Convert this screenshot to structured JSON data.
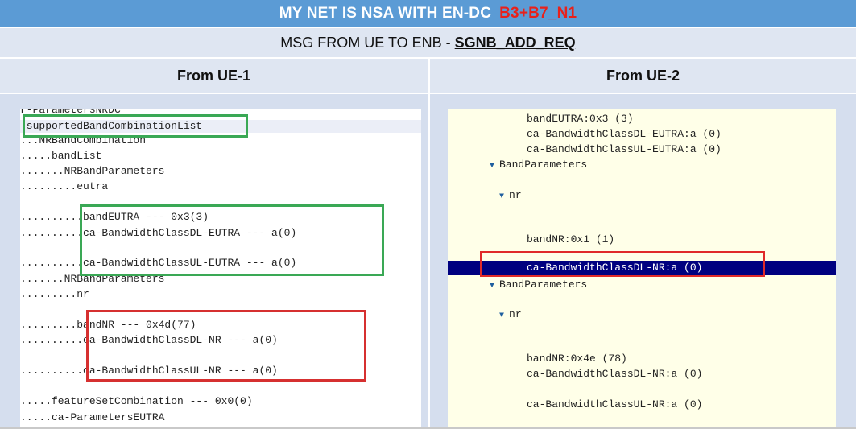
{
  "title": {
    "main": "MY NET IS NSA WITH EN-DC",
    "bands": "B3+B7_N1"
  },
  "subtitle": {
    "prefix": "MSG FROM UE TO ENB -",
    "message": "SGNB_ADD_REQ"
  },
  "columns": {
    "left_header": "From UE-1",
    "right_header": "From UE-2"
  },
  "ue1": {
    "lines": [
      "r-ParametersNRDC",
      ".supportedBandCombinationList",
      "...NRBandCombination",
      ".....bandList",
      ".......NRBandParameters",
      ".........eutra",
      "..........bandEUTRA --- 0x3(3)",
      "..........ca-BandwidthClassDL-EUTRA --- a(0)",
      "..........ca-BandwidthClassUL-EUTRA --- a(0)",
      ".......NRBandParameters",
      ".........nr",
      ".........bandNR --- 0x4d(77)",
      "..........ca-BandwidthClassDL-NR --- a(0)",
      "..........ca-BandwidthClassUL-NR --- a(0)",
      ".....featureSetCombination --- 0x0(0)",
      ".....ca-ParametersEUTRA"
    ]
  },
  "ue2": {
    "lines": [
      "bandEUTRA:0x3 (3)",
      "ca-BandwidthClassDL-EUTRA:a (0)",
      "ca-BandwidthClassUL-EUTRA:a (0)",
      "BandParameters",
      "nr",
      "bandNR:0x1 (1)",
      "ca-BandwidthClassDL-NR:a (0)",
      "BandParameters",
      "nr",
      "bandNR:0x4e (78)",
      "ca-BandwidthClassDL-NR:a (0)",
      "ca-BandwidthClassUL-NR:a (0)"
    ],
    "expand_icon": "triangle-down-icon"
  },
  "colors": {
    "title_bg": "#5b9bd5",
    "band_text": "#e8211b",
    "header_bg": "#dfe6f2",
    "green_box": "#3aa855",
    "red_box": "#d63030",
    "selection": "#000080"
  }
}
